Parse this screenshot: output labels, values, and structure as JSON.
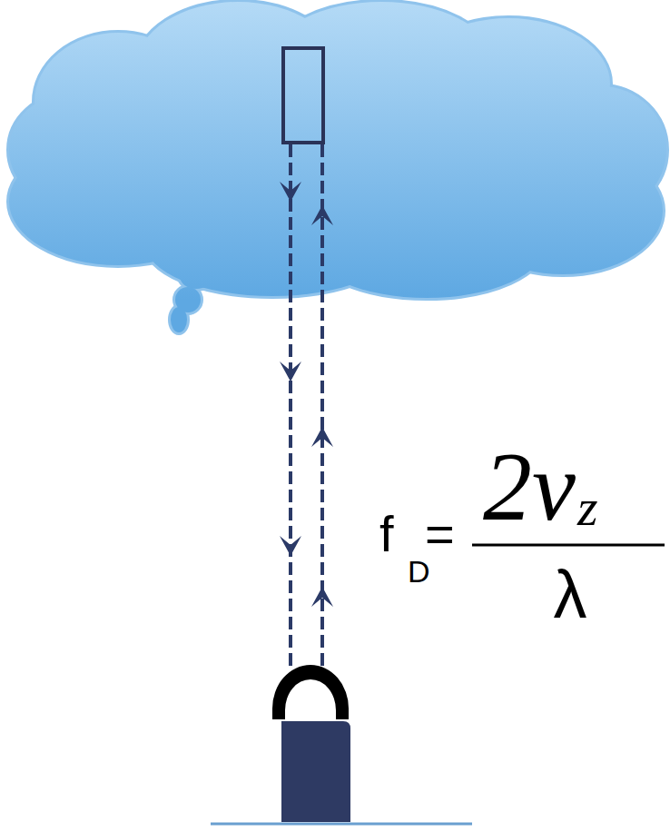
{
  "diagram": {
    "labels": [
      "f",
      "D",
      "=",
      "2v",
      "z",
      "λ"
    ]
  }
}
